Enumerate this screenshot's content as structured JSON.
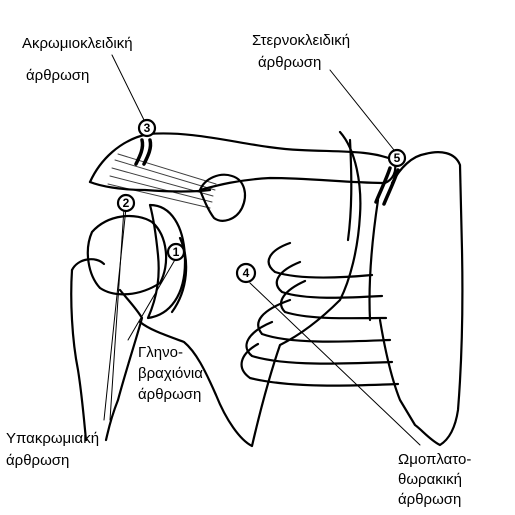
{
  "labels": {
    "acromioclavicular": [
      "Ακρωμιοκλειδική",
      "άρθρωση"
    ],
    "sternoclavicular": [
      "Στερνοκλειδική",
      "άρθρωση"
    ],
    "glenohumeral": [
      "Γληνο-",
      "βραχιόνια",
      "άρθρωση"
    ],
    "subacromial": [
      "Υπακρωμιακή",
      "άρθρωση"
    ],
    "scapulothoracic": [
      "Ωμοπλατο-",
      "θωρακική",
      "άρθρωση"
    ]
  },
  "markers": [
    "1",
    "2",
    "3",
    "4",
    "5"
  ],
  "colors": {
    "ink": "#000000",
    "background": "#ffffff"
  }
}
